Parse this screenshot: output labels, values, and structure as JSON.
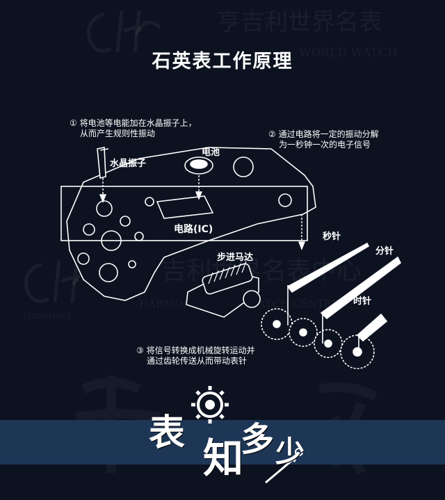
{
  "page": {
    "title": "石英表工作原理"
  },
  "watermarks": {
    "brand_cn_top": "亨吉利世界名表",
    "brand_en_top": "WORLD WATCH",
    "brand_cn_mid": "亨吉利世界名表中心",
    "brand_en_mid": "HARMONY WORLD WATCH CENTRE",
    "brand_short": "HARMONY"
  },
  "diagram": {
    "step1": [
      "① 将电池等电能加在水晶振子上，",
      "从而产生规则性振动"
    ],
    "step2": [
      "② 通过电路将一定的振动分解",
      "为一秒钟一次的电子信号"
    ],
    "step3": [
      "③ 将信号转换成机械旋转运动并",
      "通过齿轮传送从而带动表针"
    ],
    "labels": {
      "crystal": "水晶振子",
      "battery": "电池",
      "circuit": "电路(IC)",
      "stepper_motor": "步进马达",
      "second_hand": "秒针",
      "minute_hand": "分针",
      "hour_hand": "时针"
    }
  },
  "footer": {
    "logo_chars": [
      "表",
      "知",
      "多",
      "少"
    ]
  },
  "colors": {
    "background": "#0c1220",
    "band": "#1e3656",
    "text": "#ffffff"
  }
}
